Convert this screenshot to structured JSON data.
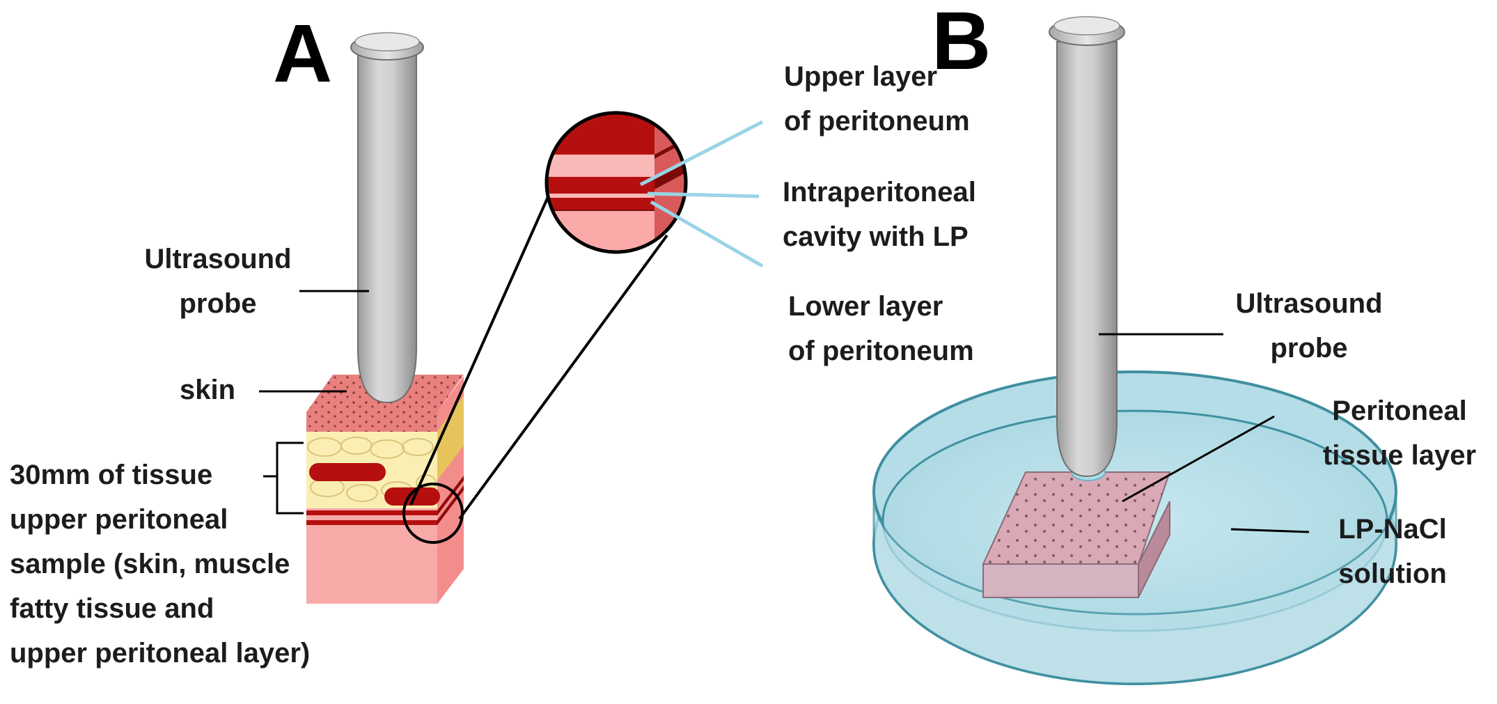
{
  "panels": {
    "a": {
      "letter": "A",
      "probe_label": [
        "Ultrasound",
        "probe"
      ],
      "skin_label": "skin",
      "tissue_label": [
        "30mm of tissue",
        "upper peritoneal",
        "sample (skin, muscle",
        "fatty tissue and",
        "upper peritoneal layer)"
      ],
      "zoom_labels": {
        "upper": [
          "Upper layer",
          "of peritoneum"
        ],
        "cavity": [
          "Intraperitoneal",
          "cavity with LP"
        ],
        "lower": [
          "Lower layer",
          "of peritoneum"
        ]
      }
    },
    "b": {
      "letter": "B",
      "probe_label": [
        "Ultrasound",
        "probe"
      ],
      "tissue_label": [
        "Peritoneal",
        "tissue layer"
      ],
      "solution_label": [
        "LP-NaCl",
        "solution"
      ]
    }
  },
  "colors": {
    "skin": "#e8807d",
    "tissue_block": "#f5a7a5",
    "muscle": "#b5100f",
    "fat": "#fbf0b2",
    "probe": "#c9c9c9",
    "callout_line": "#99d4e6",
    "dish_liquid": "#b7dfe8",
    "dish_rim": "#3f8fa0",
    "peritoneal_tissue": "#d9a9b5"
  }
}
